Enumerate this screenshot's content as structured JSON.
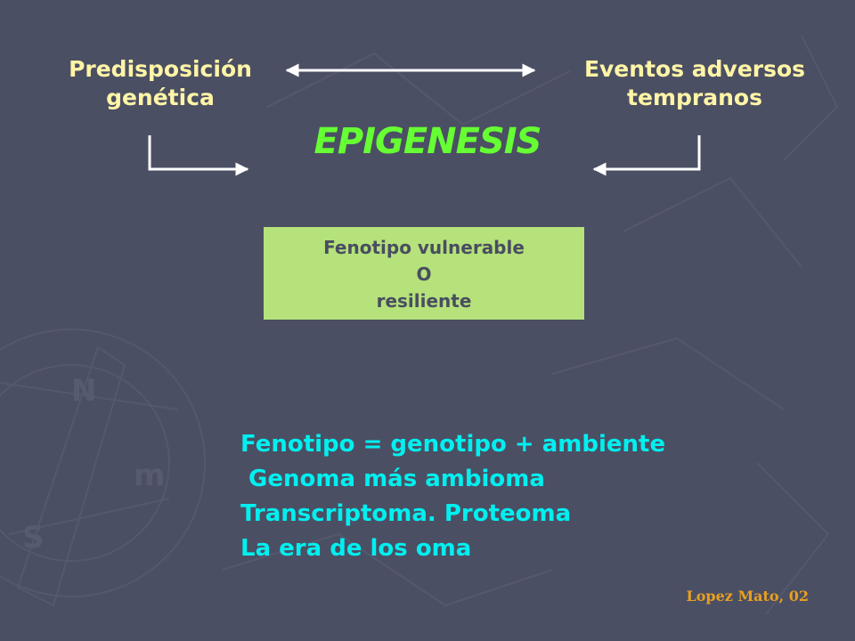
{
  "top_left": {
    "line1": "Predisposición",
    "line2": "genética"
  },
  "top_right": {
    "line1": "Eventos adversos",
    "line2": "tempranos"
  },
  "center": {
    "title": "EPIGENESIS"
  },
  "box": {
    "line1": "Fenotipo vulnerable",
    "line2": "O",
    "line3": "resiliente"
  },
  "body_lines": [
    "Fenotipo = genotipo + ambiente",
    " Genoma más ambioma",
    "Transcriptoma. Proteoma",
    "La era de los oma"
  ],
  "credit": "Lopez Mato, 02",
  "colors": {
    "background": "#4b4f63",
    "label": "#fff5a6",
    "title": "#66ff33",
    "box": "#b5e27a",
    "body_text": "#00f0f0",
    "credit": "#e8a020"
  }
}
